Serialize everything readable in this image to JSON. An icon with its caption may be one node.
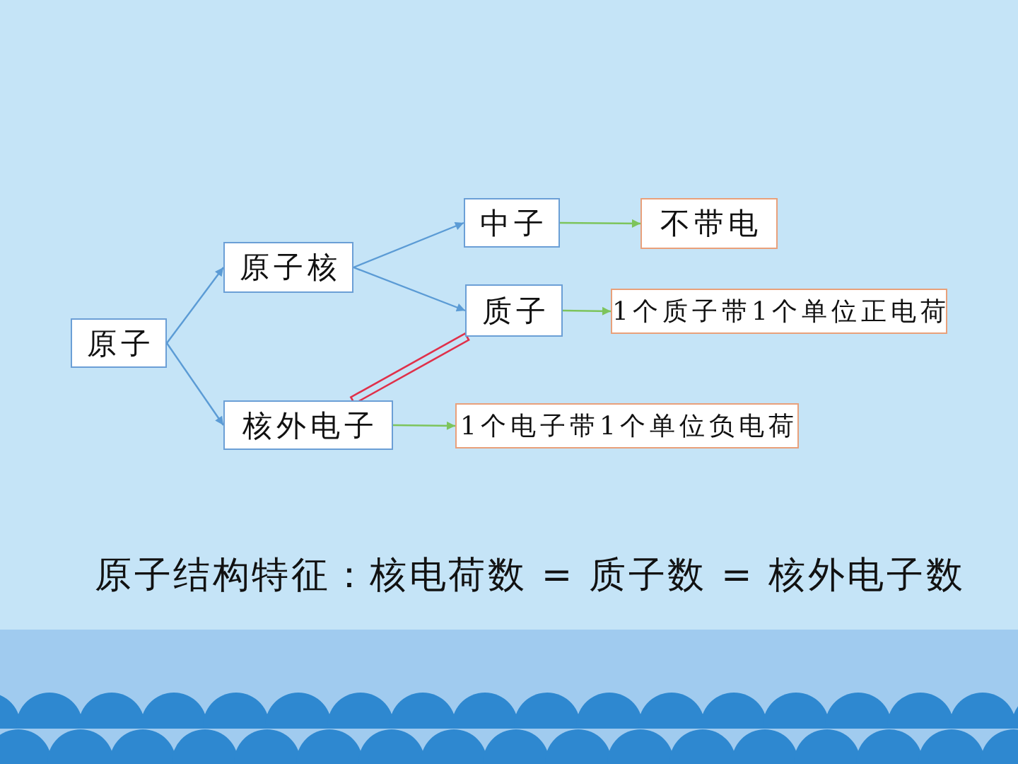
{
  "diagram": {
    "nodes": [
      {
        "text": [
          "原子"
        ]
      },
      {
        "text": [
          "原子核"
        ]
      },
      {
        "text": [
          "中子"
        ]
      },
      {
        "text": [
          "不带电"
        ]
      },
      {
        "text": [
          "质子"
        ]
      },
      {
        "text": [
          "1个质子带1个单位正电荷"
        ]
      },
      {
        "text": [
          "核外电子"
        ]
      },
      {
        "text": [
          "1个电子带1个单位负电荷"
        ]
      }
    ],
    "edges": [
      {
        "from": 0,
        "to": 1,
        "arrow": "to"
      },
      {
        "from": 0,
        "to": 6,
        "arrow": "to"
      },
      {
        "from": 1,
        "to": 2,
        "arrow": "to"
      },
      {
        "from": 1,
        "to": 4,
        "arrow": "to"
      },
      {
        "from": 2,
        "to": 3,
        "arrow": "to",
        "color": "#7dc45c"
      },
      {
        "from": 4,
        "to": 5,
        "arrow": "to",
        "color": "#7dc45c"
      },
      {
        "from": 6,
        "to": 7,
        "arrow": "to",
        "color": "#7dc45c"
      },
      {
        "from": 4,
        "to": 6,
        "arrow": "none",
        "color": "#e0304a"
      }
    ],
    "labels": [
      "原子结构特征：核电荷数 = 质子数 = 核外电子数"
    ]
  }
}
